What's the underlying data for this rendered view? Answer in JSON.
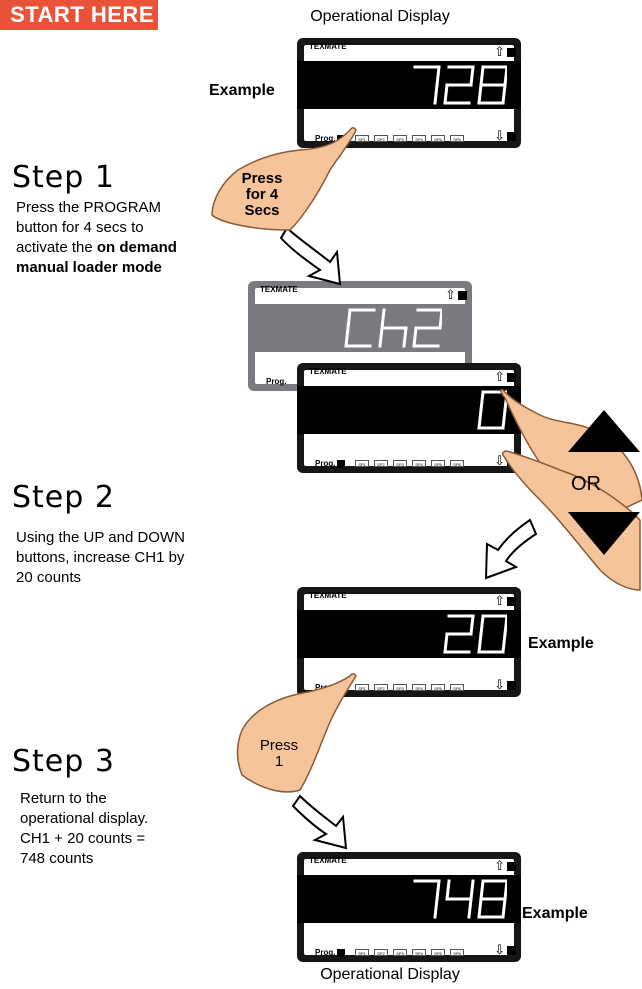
{
  "banner": "START HERE",
  "captions": {
    "top": "Operational Display",
    "bottom": "Operational Display"
  },
  "example_label": "Example",
  "brand": "TEXMATE",
  "prog_label": "Prog.",
  "sp_labels": [
    "SP1",
    "SP2",
    "SP3",
    "SP4",
    "SP5",
    "SP6"
  ],
  "meters": {
    "m1": {
      "value": "728"
    },
    "m2": {
      "value": "Ch2"
    },
    "m3": {
      "value": "0"
    },
    "m4": {
      "value": "20"
    },
    "m5": {
      "value": "748"
    }
  },
  "steps": [
    {
      "title": "Step 1",
      "line1": "Press the PROGRAM",
      "line2": "button for 4 secs to",
      "line3_plain": "activate the ",
      "line3_bold": "on demand",
      "line4_bold": "manual loader mode"
    },
    {
      "title": "Step 2",
      "line1": "Using the UP and DOWN",
      "line2": "buttons, increase CH1 by",
      "line3": "20 counts"
    },
    {
      "title": "Step 3",
      "line1": "Return to the",
      "line2": "operational display.",
      "line3": "CH1 + 20 counts =",
      "line4": "748 counts"
    }
  ],
  "hand_labels": {
    "press4": [
      "Press",
      "for 4",
      "Secs"
    ],
    "press1": [
      "Press",
      "1"
    ],
    "or": "OR"
  },
  "colors": {
    "banner": "#e8533a",
    "hand": "#f6c49a",
    "hand_stroke": "#8a5a35",
    "grey_meter": "#7a7a80"
  }
}
